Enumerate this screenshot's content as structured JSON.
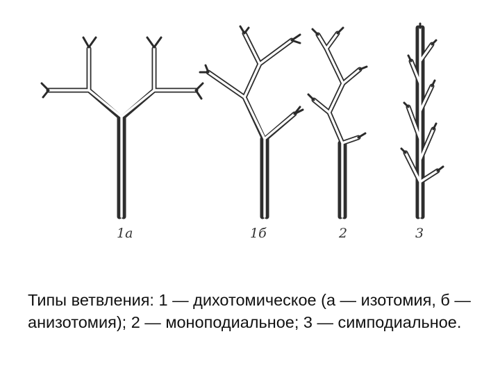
{
  "figure": {
    "labels": {
      "one_a": "1а",
      "one_b": "1б",
      "two": "2",
      "three": "3"
    }
  },
  "caption": {
    "text": "Типы ветвления: 1 — дихотомическое (а — изотомия, б — анизотомия); 2 — моноподиальное; 3 — симподиальное."
  }
}
